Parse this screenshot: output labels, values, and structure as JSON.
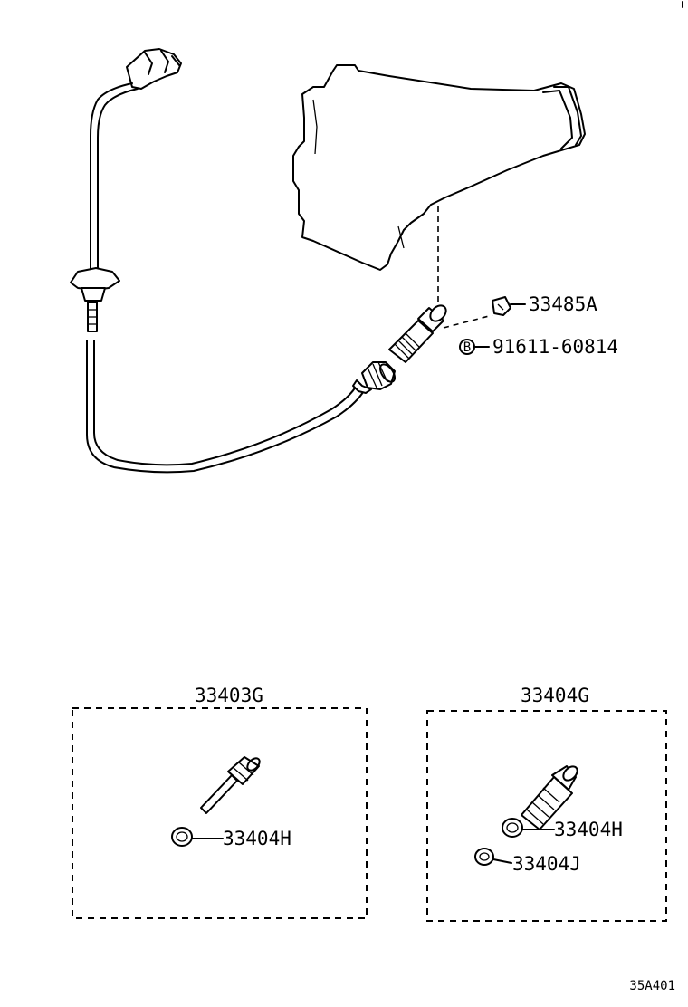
{
  "labels": {
    "part_33485A": "33485A",
    "part_91611": "91611-60814",
    "bolt_mark": "B",
    "kit_left": "33403G",
    "kit_right": "33404G",
    "part_33404H_left": "33404H",
    "part_33404H_right": "33404H",
    "part_33404J": "33404J",
    "figure_code": "35A401"
  }
}
